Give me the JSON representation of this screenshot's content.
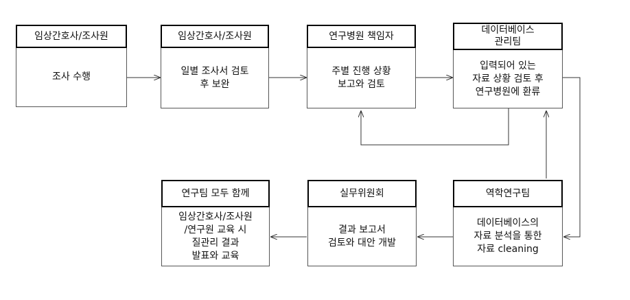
{
  "steps": [
    {
      "header": "임상간호사/조사원",
      "body": "조사 수행"
    },
    {
      "header": "임상간호사/조사원",
      "body": "일별 조사서 검토\n후 보완"
    },
    {
      "header": "연구병원 책임자",
      "body": "주별 진행 상황\n보고와 검토"
    },
    {
      "header": "데이터베이스\n관리팀",
      "body": "입력되어 있는\n자료 상황 검토 후\n연구병원에 환류"
    },
    {
      "header": "역학연구팀",
      "body": "데이터베이스의\n자료 분석을 통한\n자료 cleaning"
    },
    {
      "header": "실무위원회",
      "body": "결과 보고서\n검토와 대안 개발"
    },
    {
      "header": "연구팀 모두 함께",
      "body": "임상간호사/조사원\n/연구원 교육 시\n질관리 결과\n발표와 교육"
    }
  ]
}
